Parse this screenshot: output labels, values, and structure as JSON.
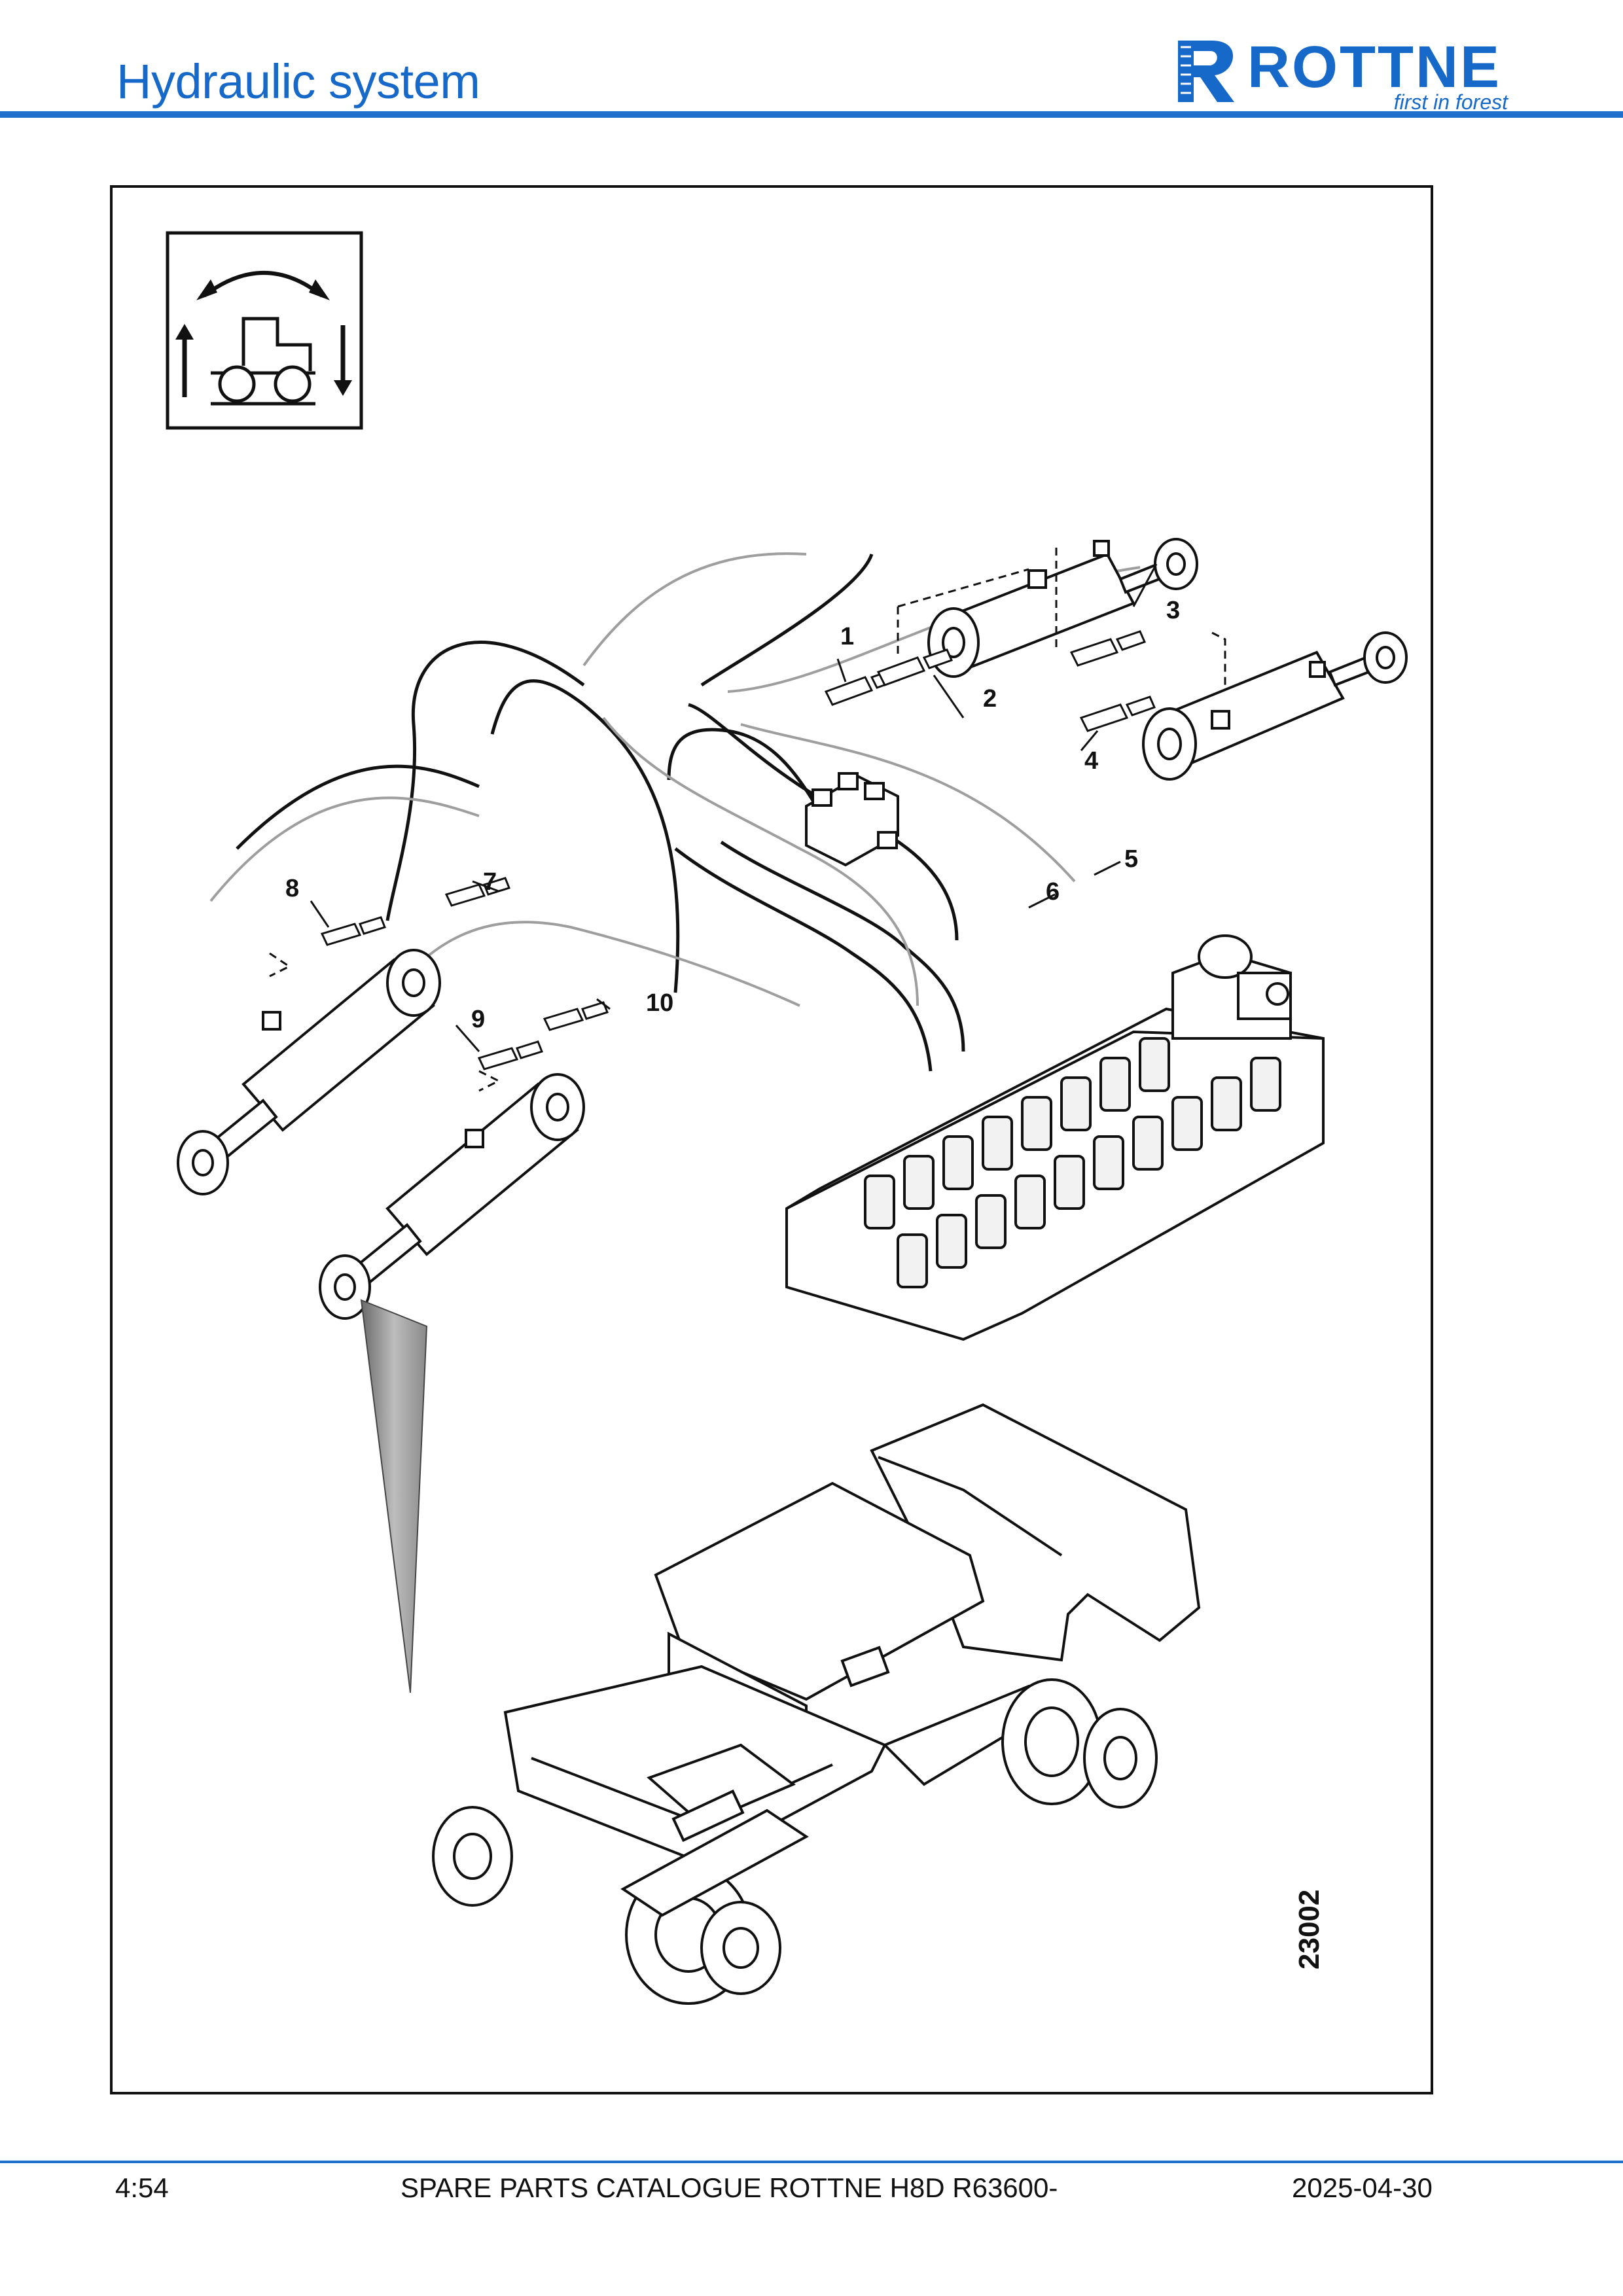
{
  "header": {
    "title": "Hydraulic system",
    "logo": {
      "word": "ROTTNE",
      "tagline": "first in forest",
      "icon": "rottne-r-logo-icon",
      "brand_color": "#1769c9"
    }
  },
  "figure": {
    "callouts": [
      "1",
      "2",
      "3",
      "4",
      "5",
      "6",
      "7",
      "8",
      "9",
      "10"
    ],
    "figure_number": "23002",
    "function_symbol": "pendulum-axle-tilt-icon"
  },
  "footer": {
    "page": "4:54",
    "catalogue": "SPARE PARTS CATALOGUE ROTTNE H8D R63600-",
    "date": "2025-04-30"
  }
}
